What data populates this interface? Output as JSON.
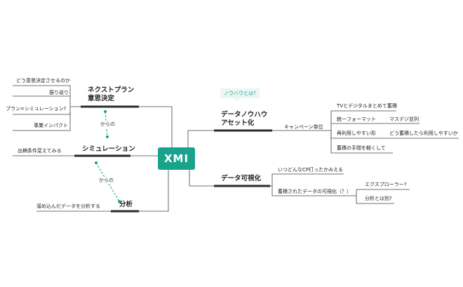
{
  "central": {
    "label": "XMI"
  },
  "left": {
    "next_plan": {
      "label_line1": "ネクストプラン",
      "label_line2": "意思決定",
      "children": [
        "どう意思決定させるのか",
        "振り返り",
        "プラン=シミュレーション?",
        "事業インパクト"
      ]
    },
    "simulation": {
      "label": "シミュレーション",
      "children": [
        "出稿条件変えてみる"
      ]
    },
    "analysis": {
      "label": "分析",
      "children": [
        "溜め込んだデータを分析する"
      ]
    },
    "relations": [
      "からの",
      "からの"
    ]
  },
  "right": {
    "data_asset": {
      "label_line1": "データノウハウ",
      "label_line2": "アセット化",
      "callout": "ノウハウとは?",
      "campaign": {
        "label": "キャンペーン単位",
        "children": [
          "TVとデジタルまとめて蓄積",
          "統一フォーマット",
          "再利用しやすい形",
          "蓄積の手間を軽くして"
        ],
        "format_child": "マスデジ並列",
        "reuse_child": "どう蓄積したら利用しやすいか"
      }
    },
    "visualization": {
      "label": "データ可視化",
      "children": [
        "いつどんなCP打ったかみえる",
        "蓄積されたデータの可視化（？）"
      ],
      "sub_children": [
        "エクスプローラー?",
        "分析とは別?"
      ]
    }
  }
}
